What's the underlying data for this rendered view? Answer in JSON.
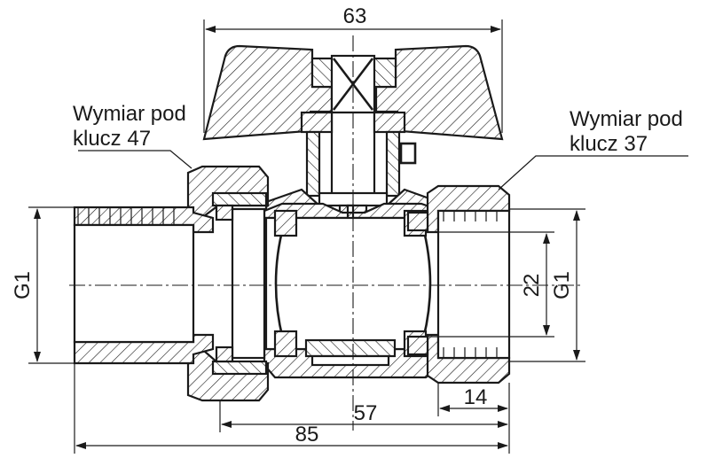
{
  "dimensions": {
    "top_width": "63",
    "left_thread": "G1",
    "right_thread": "G1",
    "inner_bore": "22",
    "right_length": "14",
    "middle_length": "57",
    "overall_length": "85"
  },
  "notes": {
    "left_line1": "Wymiar pod",
    "left_line2": "klucz 47",
    "right_line1": "Wymiar pod",
    "right_line2": "klucz 37"
  }
}
